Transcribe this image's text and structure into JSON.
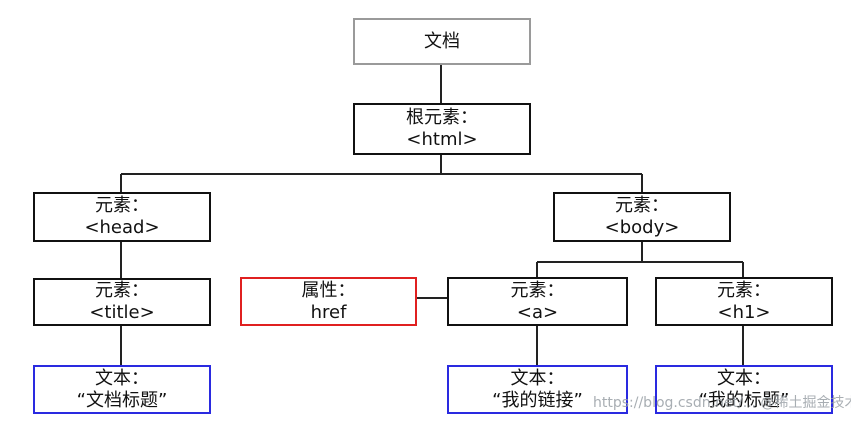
{
  "nodes": {
    "document": {
      "line1": "文档",
      "line2": ""
    },
    "root": {
      "line1": "根元素：",
      "line2": "<html>"
    },
    "head": {
      "line1": "元素：",
      "line2": "<head>"
    },
    "body": {
      "line1": "元素：",
      "line2": "<body>"
    },
    "title": {
      "line1": "元素：",
      "line2": "<title>"
    },
    "attr": {
      "line1": "属性：",
      "line2": "href"
    },
    "a": {
      "line1": "元素：",
      "line2": "<a>"
    },
    "h1": {
      "line1": "元素：",
      "line2": "<h1>"
    },
    "text_title": {
      "line1": "文本：",
      "line2": "“文档标题”"
    },
    "text_link": {
      "line1": "文本：",
      "line2": "“我的链接”"
    },
    "text_h1": {
      "line1": "文本：",
      "line2": "“我的标题”"
    }
  },
  "watermark": "https://blog.csdn.net/...  @稀土掘金技术社区",
  "colors": {
    "document_border": "#9a9a9a",
    "element_border": "#111111",
    "attribute_border": "#e02020",
    "text_border": "#2a2ae0"
  }
}
